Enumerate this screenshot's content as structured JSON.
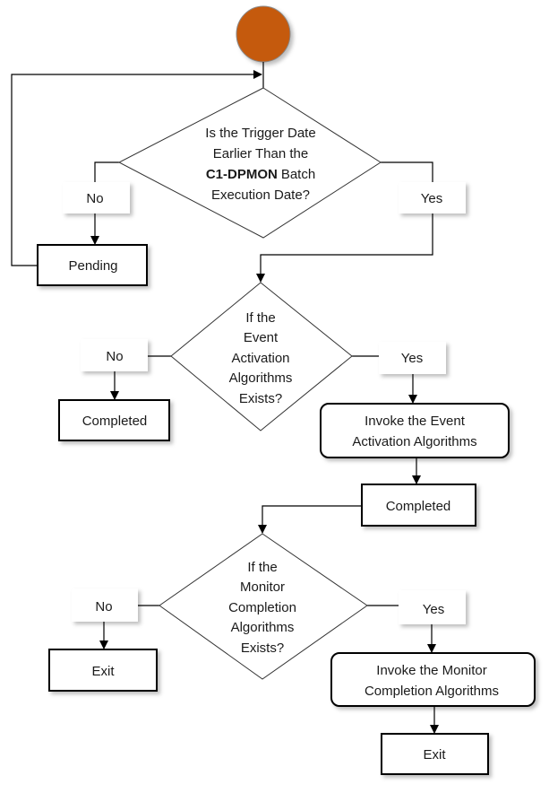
{
  "diagram": {
    "type": "flowchart",
    "colors": {
      "start_node": "#C55A11",
      "stroke": "#000000",
      "text": "#1a1a1a",
      "background": "#ffffff"
    },
    "start": {
      "label": ""
    },
    "decision1": {
      "lines": [
        "Is the Trigger Date",
        "Earlier Than the",
        "C1-DPMON",
        "Batch",
        "Execution Date?"
      ],
      "no_label": "No",
      "yes_label": "Yes"
    },
    "pending": {
      "label": "Pending"
    },
    "decision2": {
      "lines": [
        "If the",
        "Event",
        "Activation",
        "Algorithms",
        "Exists?"
      ],
      "no_label": "No",
      "yes_label": "Yes"
    },
    "completed_no": {
      "label": "Completed"
    },
    "invoke_event": {
      "lines": [
        "Invoke the Event",
        "Activation Algorithms"
      ]
    },
    "completed_yes": {
      "label": "Completed"
    },
    "decision3": {
      "lines": [
        "If the",
        "Monitor",
        "Completion",
        "Algorithms",
        "Exists?"
      ],
      "no_label": "No",
      "yes_label": "Yes"
    },
    "exit_no": {
      "label": "Exit"
    },
    "invoke_monitor": {
      "lines": [
        "Invoke the Monitor",
        "Completion Algorithms"
      ]
    },
    "exit_yes": {
      "label": "Exit"
    }
  }
}
